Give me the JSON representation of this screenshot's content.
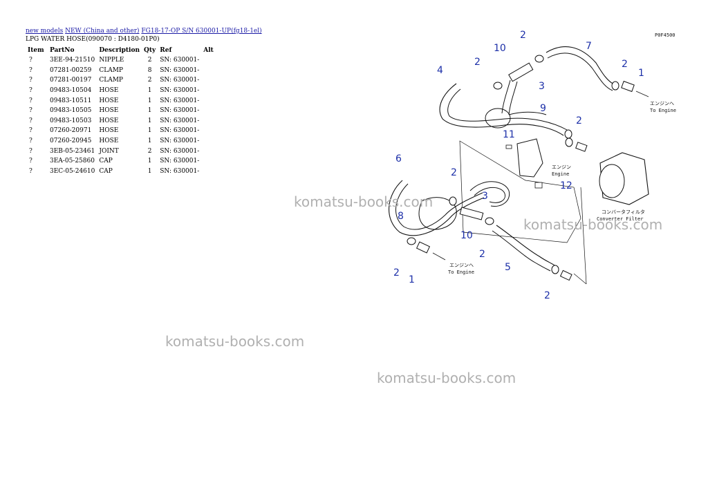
{
  "breadcrumb": {
    "link1": "new models",
    "link2": "NEW (China and other)",
    "link3": "FG18-17-OP S/N 630001-UP(fg18-1el)"
  },
  "subtitle": "LPG WATER HOSE(090070 : D4180-01P0)",
  "table": {
    "headers": [
      "Item",
      "PartNo",
      "Description",
      "Qty",
      "Ref",
      "Alt"
    ],
    "rows": [
      {
        "item": "?",
        "partno": "3EE-94-21510",
        "desc": "NIPPLE",
        "qty": "2",
        "ref": "SN: 630001-",
        "alt": ""
      },
      {
        "item": "?",
        "partno": "07281-00259",
        "desc": "CLAMP",
        "qty": "8",
        "ref": "SN: 630001-",
        "alt": ""
      },
      {
        "item": "?",
        "partno": "07281-00197",
        "desc": "CLAMP",
        "qty": "2",
        "ref": "SN: 630001-",
        "alt": ""
      },
      {
        "item": "?",
        "partno": "09483-10504",
        "desc": "HOSE",
        "qty": "1",
        "ref": "SN: 630001-",
        "alt": ""
      },
      {
        "item": "?",
        "partno": "09483-10511",
        "desc": "HOSE",
        "qty": "1",
        "ref": "SN: 630001-",
        "alt": ""
      },
      {
        "item": "?",
        "partno": "09483-10505",
        "desc": "HOSE",
        "qty": "1",
        "ref": "SN: 630001-",
        "alt": ""
      },
      {
        "item": "?",
        "partno": "09483-10503",
        "desc": "HOSE",
        "qty": "1",
        "ref": "SN: 630001-",
        "alt": ""
      },
      {
        "item": "?",
        "partno": "07260-20971",
        "desc": "HOSE",
        "qty": "1",
        "ref": "SN: 630001-",
        "alt": ""
      },
      {
        "item": "?",
        "partno": "07260-20945",
        "desc": "HOSE",
        "qty": "1",
        "ref": "SN: 630001-",
        "alt": ""
      },
      {
        "item": "?",
        "partno": "3EB-05-23461",
        "desc": "JOINT",
        "qty": "2",
        "ref": "SN: 630001-",
        "alt": ""
      },
      {
        "item": "?",
        "partno": "3EA-05-25860",
        "desc": "CAP",
        "qty": "1",
        "ref": "SN: 630001-",
        "alt": ""
      },
      {
        "item": "?",
        "partno": "3EC-05-24610",
        "desc": "CAP",
        "qty": "1",
        "ref": "SN: 630001-",
        "alt": ""
      }
    ]
  },
  "watermarks": {
    "w1": "komatsu-books.com",
    "w2": "komatsu-books.com",
    "w3": "komatsu-books.com",
    "w4": "komatsu-books.com"
  },
  "diagram": {
    "code": "P0F4500",
    "callouts": {
      "c1a": "1",
      "c1b": "1",
      "c2a": "2",
      "c2b": "2",
      "c2c": "2",
      "c2d": "2",
      "c2e": "2",
      "c2f": "2",
      "c2g": "2",
      "c2h": "2",
      "c3a": "3",
      "c3b": "3",
      "c4": "4",
      "c5": "5",
      "c6": "6",
      "c7": "7",
      "c8": "8",
      "c9": "9",
      "c10a": "10",
      "c10b": "10",
      "c11": "11",
      "c12": "12"
    },
    "notes": {
      "to_engine_jp_1": "エンジンへ",
      "to_engine_1": "To Engine",
      "engine_jp": "エンジン",
      "engine": "Engine",
      "converter_jp": "コンバータフィルタ",
      "converter": "Converter Filter",
      "to_engine_jp_2": "エンジンへ",
      "to_engine_2": "To Engine"
    }
  }
}
